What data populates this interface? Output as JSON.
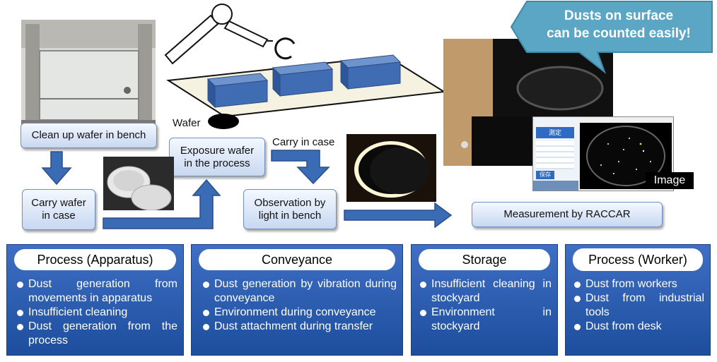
{
  "callout": {
    "line1": "Dusts on surface",
    "line2": "can be counted easily!",
    "color": "#5aa6c4"
  },
  "labels": {
    "wafer": "Wafer",
    "carry_in_case": "Carry in case",
    "image": "Image"
  },
  "steps": {
    "clean_bench": "Clean up wafer in bench",
    "carry_wafer": "Carry wafer\nin case",
    "exposure": "Exposure wafer\nin the process",
    "observation": "Observation by\nlight in bench",
    "measurement": "Measurement by RACCAR"
  },
  "app_window": {
    "button_top": "測定",
    "button_bottom": "保存"
  },
  "panels": [
    {
      "title": "Process (Apparatus)",
      "items": [
        "Dust generation from movements in apparatus",
        "Insufficient cleaning",
        "Dust generation from the process"
      ]
    },
    {
      "title": "Conveyance",
      "items": [
        "Dust generation by vibration during conveyance",
        "Environment during conveyance",
        "Dust attachment during transfer"
      ]
    },
    {
      "title": "Storage",
      "items": [
        "Insufficient cleaning in stockyard",
        "Environment in stockyard"
      ]
    },
    {
      "title": "Process (Worker)",
      "items": [
        "Dust from workers",
        "Dust from industrial tools",
        "Dust from desk"
      ]
    }
  ],
  "colors": {
    "arrow": "#3a6bb5",
    "panel": "#2a5cb0",
    "box_fill": "#4a76b8"
  }
}
